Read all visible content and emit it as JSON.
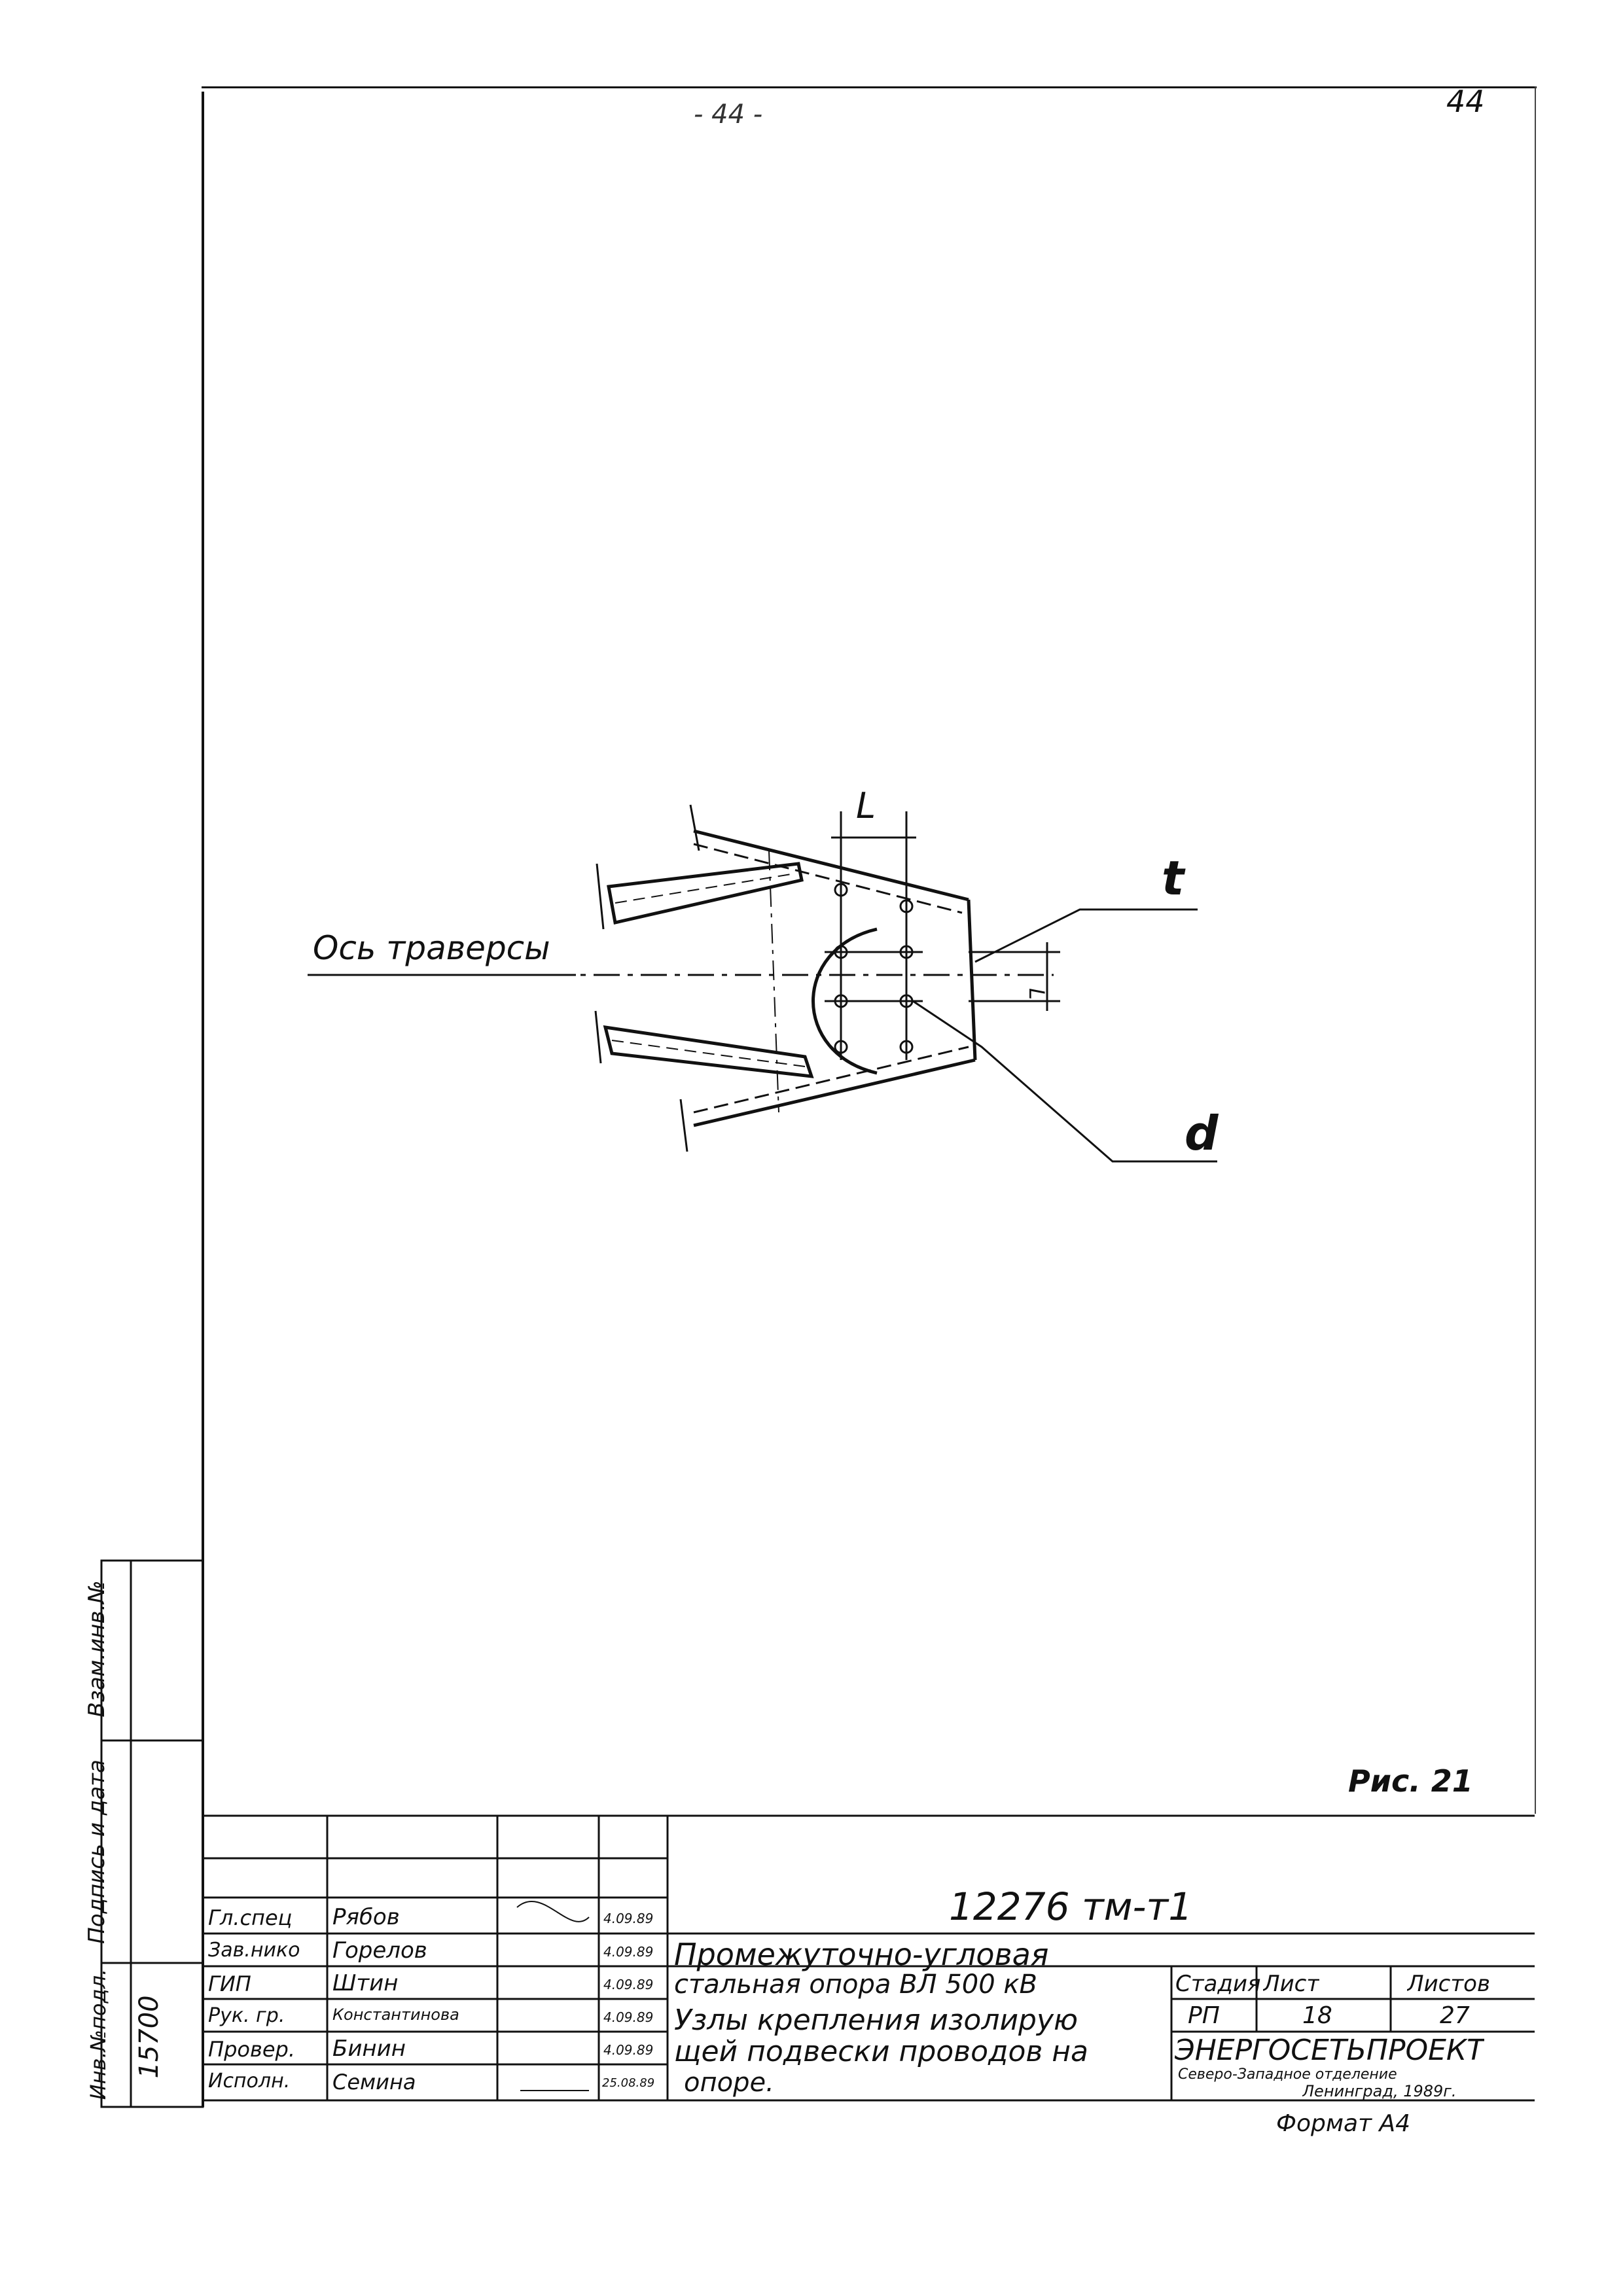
{
  "page": {
    "top_number_center": "- 44 -",
    "top_number_right": "44",
    "figure_label": "Рис. 21",
    "format_label": "Формат А4"
  },
  "drawing": {
    "axis_label": "Ось траверсы",
    "dim_L": "L",
    "dim_t": "t",
    "dim_d": "d",
    "dim_L2": "L"
  },
  "side_stamp": {
    "inv_podl": "Инв.№подл.",
    "podpis_data": "Подпись и дата",
    "vzam_inv": "Взам.инв.№",
    "inv_number": "15700"
  },
  "title_block": {
    "doc_code": "12276 тм-т1",
    "rows": [
      {
        "role": "Гл.спец",
        "name": "Рябов",
        "date": "4.09.89"
      },
      {
        "role": "Зав.нико",
        "name": "Горелов",
        "date": "4.09.89"
      },
      {
        "role": "ГИП",
        "name": "Штин",
        "date": "4.09.89"
      },
      {
        "role": "Рук. гр.",
        "name": "Константинова",
        "date": "4.09.89"
      },
      {
        "role": "Провер.",
        "name": "Бинин",
        "date": "4.09.89"
      },
      {
        "role": "Исполн.",
        "name": "Семина",
        "date": "25.08.89"
      }
    ],
    "object_title_1": "Промежуточно-угловая",
    "object_title_2": "стальная опора ВЛ 500 кВ",
    "sheet_title_1": "Узлы крепления изолирую",
    "sheet_title_2": "щей подвески проводов на",
    "sheet_title_3": "опоре.",
    "stage_header": "Стадия",
    "sheet_header": "Лист",
    "sheets_header": "Листов",
    "stage_value": "РП",
    "sheet_value": "18",
    "sheets_value": "27",
    "org_name": "ЭНЕРГОСЕТЬПРОЕКТ",
    "org_sub_1": "Северо-Западное отделение",
    "org_sub_2": "Ленинград, 1989г."
  }
}
